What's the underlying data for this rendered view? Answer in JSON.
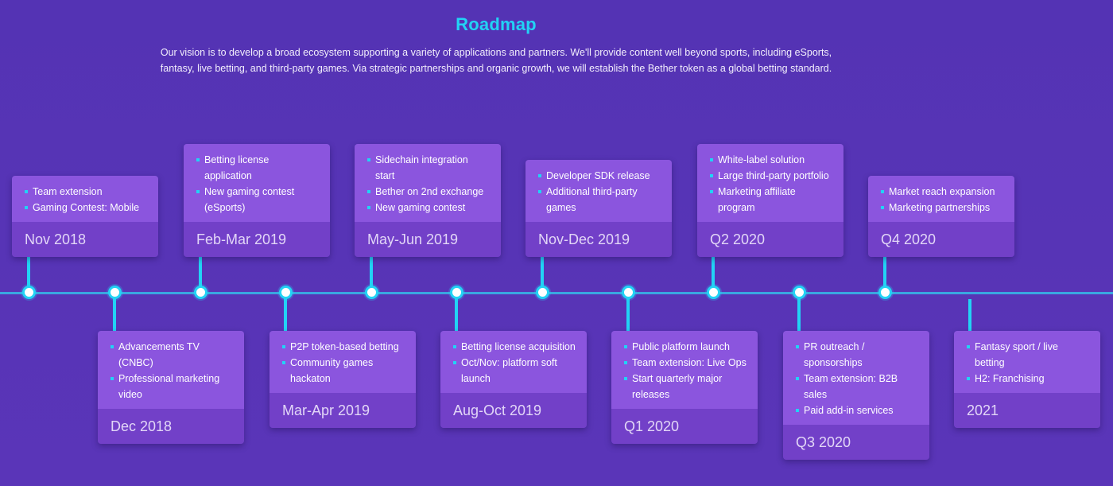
{
  "header": {
    "title": "Roadmap",
    "intro": "Our vision is to develop a broad ecosystem supporting a variety of applications and partners. We'll provide content well beyond sports, including eSports, fantasy, live betting, and third-party games. Via strategic partnerships and organic growth, we will establish the Bether token as a global betting standard."
  },
  "colors": {
    "background": "#5433b4",
    "accent": "#22d3f5",
    "card_body": "#8b55de",
    "card_footer": "#7240c8",
    "axis": "#3aa6e0"
  },
  "milestones": [
    {
      "date": "Nov 2018",
      "items": [
        "Team extension",
        "Gaming Contest: Mobile"
      ]
    },
    {
      "date": "Dec 2018",
      "items": [
        "Advancements TV (CNBC)",
        "Professional marketing video"
      ]
    },
    {
      "date": "Feb-Mar 2019",
      "items": [
        "Betting license application",
        "New gaming contest (eSports)"
      ]
    },
    {
      "date": "Mar-Apr 2019",
      "items": [
        "P2P token-based betting",
        "Community games hackaton"
      ]
    },
    {
      "date": "May-Jun 2019",
      "items": [
        "Sidechain integration start",
        "Bether on 2nd exchange",
        "New gaming contest"
      ]
    },
    {
      "date": "Aug-Oct 2019",
      "items": [
        "Betting license acquisition",
        "Oct/Nov: platform soft launch"
      ]
    },
    {
      "date": "Nov-Dec 2019",
      "items": [
        "Developer SDK release",
        "Additional third-party games"
      ]
    },
    {
      "date": "Q1 2020",
      "items": [
        "Public platform launch",
        "Team extension: Live Ops",
        "Start quarterly major releases"
      ]
    },
    {
      "date": "Q2 2020",
      "items": [
        "White-label solution",
        "Large third-party portfolio",
        "Marketing affiliate program"
      ]
    },
    {
      "date": "Q3 2020",
      "items": [
        "PR outreach / sponsorships",
        "Team extension: B2B sales",
        "Paid add-in services"
      ]
    },
    {
      "date": "Q4 2020",
      "items": [
        "Market reach expansion",
        "Marketing partnerships"
      ]
    },
    {
      "date": "2021",
      "items": [
        "Fantasy sport / live betting",
        "H2: Franchising"
      ]
    }
  ]
}
